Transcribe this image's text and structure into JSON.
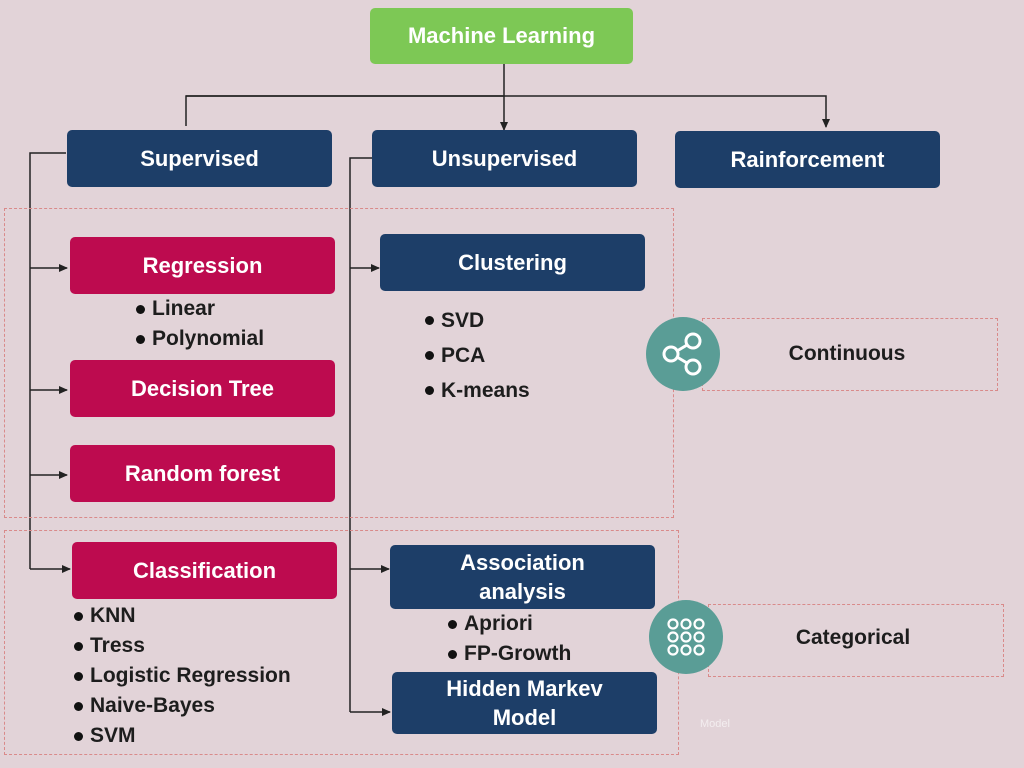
{
  "colors": {
    "background": "#e2d3d8",
    "root_green": "#7dc855",
    "category_navy": "#1d3e68",
    "algorithm_crimson": "#bd0b4f",
    "icon_teal": "#5a9d96",
    "dashed_border": "#d98a8a"
  },
  "root": {
    "label": "Machine Learning"
  },
  "categories": {
    "supervised": "Supervised",
    "unsupervised": "Unsupervised",
    "reinforcement": "Rainforcement"
  },
  "supervised": {
    "regression": {
      "label": "Regression",
      "items": [
        "Linear",
        "Polynomial"
      ]
    },
    "decision_tree": {
      "label": "Decision Tree"
    },
    "random_forest": {
      "label": "Random forest"
    },
    "classification": {
      "label": "Classification",
      "items": [
        "KNN",
        "Tress",
        "Logistic Regression",
        "Naive-Bayes",
        "SVM"
      ]
    }
  },
  "unsupervised": {
    "clustering": {
      "label": "Clustering",
      "items": [
        "SVD",
        "PCA",
        "K-means"
      ]
    },
    "association": {
      "label_line1": "Association",
      "label_line2": "analysis",
      "items": [
        "Apriori",
        "FP-Growth"
      ]
    },
    "hmm": {
      "label_line1": "Hidden Markev",
      "label_line2": "Model"
    }
  },
  "types": {
    "continuous": {
      "label": "Continuous",
      "icon": "share-icon"
    },
    "categorical": {
      "label": "Categorical",
      "icon": "dot-grid-icon"
    }
  },
  "watermark": "Model"
}
